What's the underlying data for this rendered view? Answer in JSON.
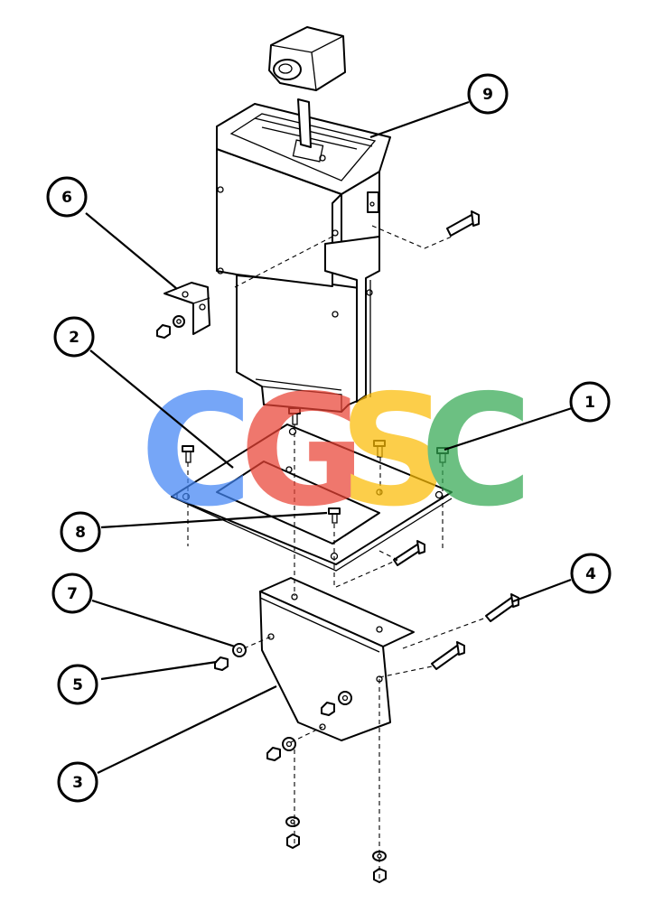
{
  "callouts": [
    {
      "id": "callout-1",
      "label": "1"
    },
    {
      "id": "callout-2",
      "label": "2"
    },
    {
      "id": "callout-3",
      "label": "3"
    },
    {
      "id": "callout-4",
      "label": "4"
    },
    {
      "id": "callout-5",
      "label": "5"
    },
    {
      "id": "callout-6",
      "label": "6"
    },
    {
      "id": "callout-7",
      "label": "7"
    },
    {
      "id": "callout-8",
      "label": "8"
    },
    {
      "id": "callout-9",
      "label": "9"
    }
  ],
  "watermark": {
    "letters": [
      "C",
      "G",
      "S",
      "C"
    ],
    "colors": [
      "#4285F4",
      "#EA4335",
      "#FBBC05",
      "#34A853"
    ]
  }
}
